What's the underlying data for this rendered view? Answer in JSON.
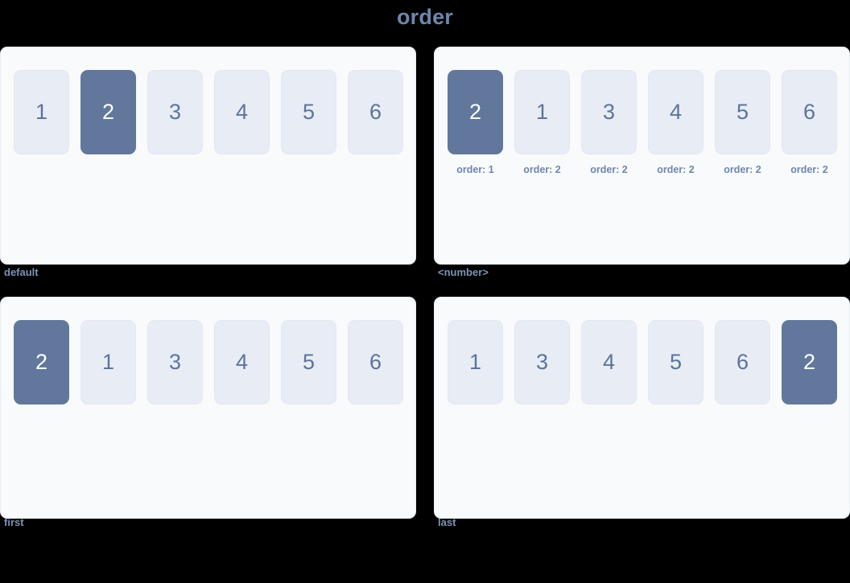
{
  "page": {
    "title": "order",
    "background_color": "#000000",
    "title_color": "#6f86ae"
  },
  "theme": {
    "card_background": "#f9fafc",
    "card_border": "#e9edf4",
    "tile_background": "#e8ecf5",
    "tile_border": "#e2e7f1",
    "tile_text": "#5c749b",
    "accent": "#61789c",
    "accent_text": "#ffffff",
    "label_color": "#7e93b5",
    "note_color": "#6f86ae"
  },
  "demos": [
    {
      "label": "default",
      "items": [
        {
          "value": "1",
          "active": false,
          "note": ""
        },
        {
          "value": "2",
          "active": true,
          "note": ""
        },
        {
          "value": "3",
          "active": false,
          "note": ""
        },
        {
          "value": "4",
          "active": false,
          "note": ""
        },
        {
          "value": "5",
          "active": false,
          "note": ""
        },
        {
          "value": "6",
          "active": false,
          "note": ""
        }
      ]
    },
    {
      "label": "<number>",
      "items": [
        {
          "value": "2",
          "active": true,
          "note": "order: 1"
        },
        {
          "value": "1",
          "active": false,
          "note": "order: 2"
        },
        {
          "value": "3",
          "active": false,
          "note": "order: 2"
        },
        {
          "value": "4",
          "active": false,
          "note": "order: 2"
        },
        {
          "value": "5",
          "active": false,
          "note": "order: 2"
        },
        {
          "value": "6",
          "active": false,
          "note": "order: 2"
        }
      ]
    },
    {
      "label": "first",
      "items": [
        {
          "value": "2",
          "active": true,
          "note": ""
        },
        {
          "value": "1",
          "active": false,
          "note": ""
        },
        {
          "value": "3",
          "active": false,
          "note": ""
        },
        {
          "value": "4",
          "active": false,
          "note": ""
        },
        {
          "value": "5",
          "active": false,
          "note": ""
        },
        {
          "value": "6",
          "active": false,
          "note": ""
        }
      ]
    },
    {
      "label": "last",
      "items": [
        {
          "value": "1",
          "active": false,
          "note": ""
        },
        {
          "value": "3",
          "active": false,
          "note": ""
        },
        {
          "value": "4",
          "active": false,
          "note": ""
        },
        {
          "value": "5",
          "active": false,
          "note": ""
        },
        {
          "value": "6",
          "active": false,
          "note": ""
        },
        {
          "value": "2",
          "active": true,
          "note": ""
        }
      ]
    }
  ]
}
